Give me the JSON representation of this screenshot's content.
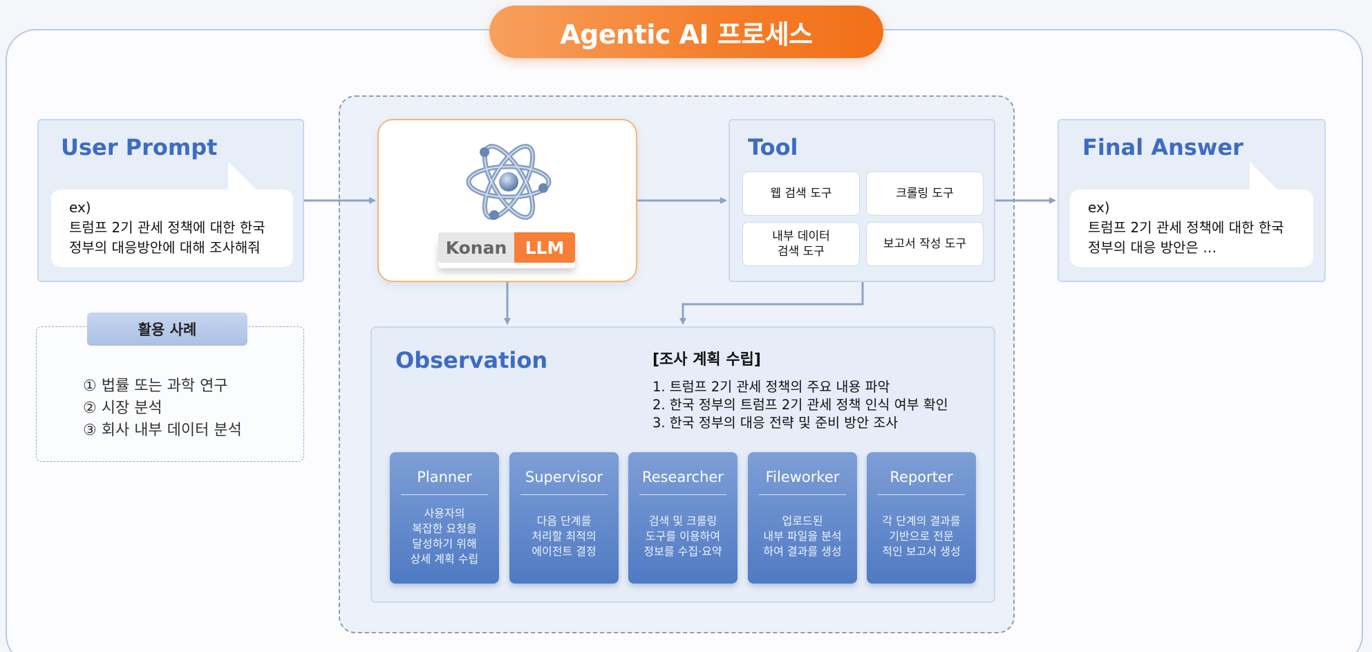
{
  "title": "Agentic AI 프로세스",
  "user_prompt": {
    "title": "User Prompt",
    "prefix": "ex)",
    "line1": "트럼프 2기 관세 정책에 대한 한국",
    "line2": "정부의 대응방안에 대해 조사해줘"
  },
  "llm": {
    "brand": "Konan",
    "product": "LLM",
    "icon": "atom-icon"
  },
  "tool": {
    "title": "Tool",
    "items": [
      "웹 검색 도구",
      "크롤링 도구",
      "내부 데이터\n검색 도구",
      "보고서 작성 도구"
    ]
  },
  "final_answer": {
    "title": "Final Answer",
    "prefix": "ex)",
    "line1": "트럼프 2기 관세 정책에 대한 한국",
    "line2": "정부의 대응 방안은 …"
  },
  "use_cases": {
    "title": "활용 사례",
    "items": [
      "① 법률 또는 과학 연구",
      "② 시장 분석",
      "③ 회사 내부 데이터 분석"
    ]
  },
  "observation": {
    "title": "Observation",
    "plan_title": "[조사 계획 수립]",
    "plan_items": [
      "1. 트럼프 2기 관세 정책의 주요 내용 파악",
      "2. 한국 정부의 트럼프 2기 관세 정책 인식 여부 확인",
      "3. 한국 정부의 대응 전략 및 준비 방안 조사"
    ],
    "agents": [
      {
        "name": "Planner",
        "desc": "사용자의\n복잡한 요청을\n달성하기 위해\n상세 계획 수립"
      },
      {
        "name": "Supervisor",
        "desc": "다음 단계를\n처리할 최적의\n에이전트 결정"
      },
      {
        "name": "Researcher",
        "desc": "검색 및 크롤링\n도구를 이용하여\n정보를 수집·요약"
      },
      {
        "name": "Fileworker",
        "desc": "업로드된\n내부 파일을 분석\n하여 결과를 생성"
      },
      {
        "name": "Reporter",
        "desc": "각 단계의 결과를\n기반으로 전문\n적인 보고서 생성"
      }
    ]
  },
  "colors": {
    "accent_orange": "#f57d2a",
    "accent_blue": "#3d6cc2",
    "agent_blue": "#4f7ac3",
    "arrow": "#8da2c8"
  }
}
